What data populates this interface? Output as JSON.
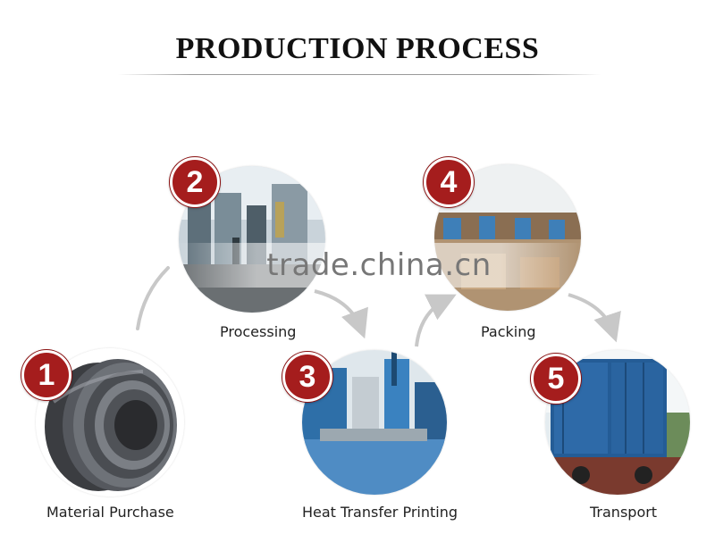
{
  "title": "PRODUCTION PROCESS",
  "watermark": "trade.china.cn",
  "steps": [
    {
      "number": "1",
      "label": "Material Purchase",
      "image": "steel-coil"
    },
    {
      "number": "2",
      "label": "Processing",
      "image": "factory-machines"
    },
    {
      "number": "3",
      "label": "Heat Transfer Printing",
      "image": "printing-machine"
    },
    {
      "number": "4",
      "label": "Packing",
      "image": "packing-workshop"
    },
    {
      "number": "5",
      "label": "Transport",
      "image": "container-truck"
    }
  ],
  "colors": {
    "badge": "#a51d1d",
    "arrow": "#c8c8c8",
    "text": "#222222"
  }
}
